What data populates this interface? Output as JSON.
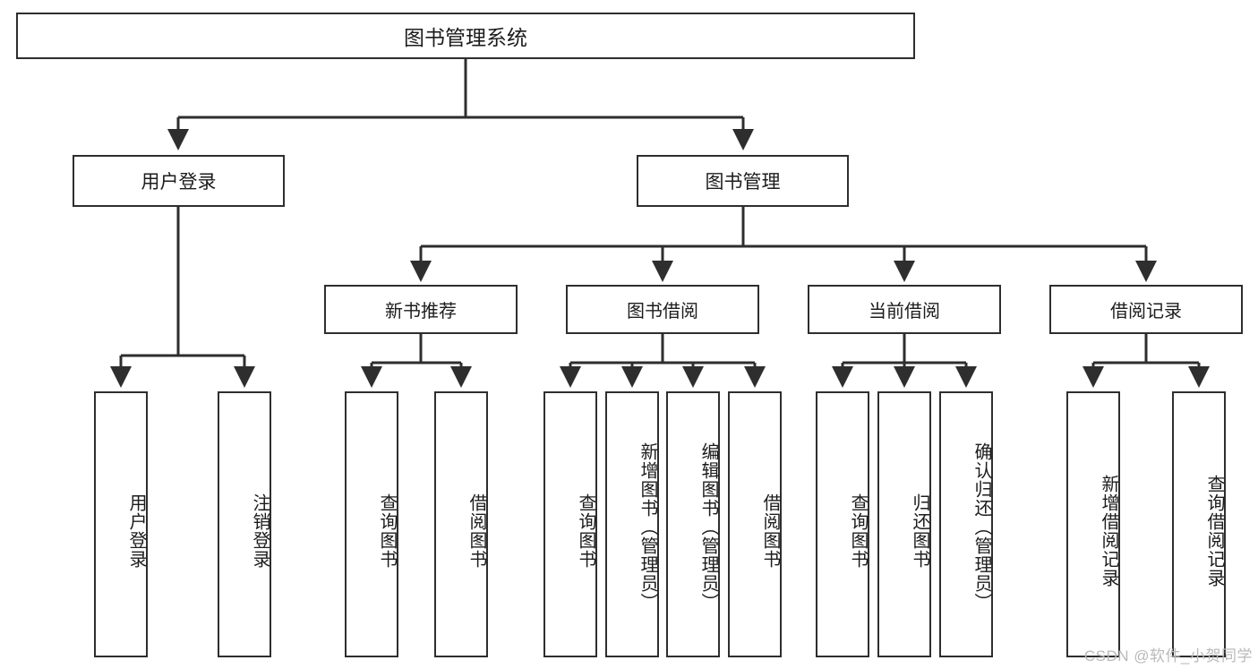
{
  "diagram": {
    "title": "图书管理系统",
    "root": {
      "label": "图书管理系统"
    },
    "level2": [
      {
        "label": "用户登录"
      },
      {
        "label": "图书管理"
      }
    ],
    "level3": [
      {
        "label": "新书推荐"
      },
      {
        "label": "图书借阅"
      },
      {
        "label": "当前借阅"
      },
      {
        "label": "借阅记录"
      }
    ],
    "leaves": {
      "user_login": [
        {
          "label": "用户登录"
        },
        {
          "label": "注销登录"
        }
      ],
      "new_book_recommend": [
        {
          "label": "查询图书"
        },
        {
          "label": "借阅图书"
        }
      ],
      "book_borrow": [
        {
          "label": "查询图书"
        },
        {
          "label": "新增图书（管理员）"
        },
        {
          "label": "编辑图书（管理员）"
        },
        {
          "label": "借阅图书"
        }
      ],
      "current_borrow": [
        {
          "label": "查询图书"
        },
        {
          "label": "归还图书"
        },
        {
          "label": "确认归还（管理员）"
        }
      ],
      "borrow_record": [
        {
          "label": "新增借阅记录"
        },
        {
          "label": "查询借阅记录"
        }
      ]
    }
  },
  "watermark": {
    "text": "CSDN @软件_小贺同学"
  },
  "colors": {
    "line": "#2e2e2e",
    "box_border": "#2e2e2e",
    "box_fill": "#ffffff",
    "text": "#1c1c1c",
    "watermark": "#b9b9b9"
  }
}
